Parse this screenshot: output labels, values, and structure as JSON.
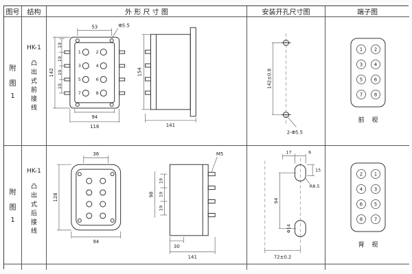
{
  "header": {
    "fig_no": "图号",
    "structure": "结构",
    "outline": "外 形 尺 寸 图",
    "mounting": "安装开孔尺寸图",
    "terminal": "端子图"
  },
  "row1": {
    "fig": {
      "l1": "附",
      "l2": "图",
      "l3": "1"
    },
    "model": "HK-1",
    "struct_chars": [
      "凸",
      "出",
      "式",
      "前",
      "接",
      "线"
    ],
    "outline": {
      "dim_top": "53",
      "dim_hole": "Φ5.5",
      "dim_height": "142",
      "pitch": [
        "19",
        "19",
        "19",
        "19"
      ],
      "dim_width_inner": "94",
      "dim_width_outer": "116",
      "dim_side_height": "154",
      "dim_side_depth": "141",
      "terminals": [
        "1",
        "2",
        "3",
        "4",
        "5",
        "6",
        "7",
        "8"
      ]
    },
    "mount": {
      "dim_height": "142±0.8",
      "dim_holes": "2-Φ5.5"
    },
    "terminal": {
      "numbers": [
        "1",
        "2",
        "3",
        "4",
        "5",
        "6",
        "7",
        "8"
      ],
      "view": "前 视"
    }
  },
  "row2": {
    "fig": {
      "l1": "附",
      "l2": "图",
      "l3": "1"
    },
    "model": "HK-1",
    "struct_chars": [
      "凸",
      "出",
      "式",
      "后",
      "接",
      "线"
    ],
    "outline": {
      "dim_top": "36",
      "dim_height": "128",
      "dim_width": "94",
      "dim_screw": "M5",
      "dim_side_height": "98",
      "pitch": [
        "19",
        "19",
        "19"
      ],
      "dim_bottom_small": "30",
      "dim_side_depth": "141"
    },
    "mount": {
      "d17": "17",
      "d6": "6",
      "d15": "15",
      "radius": "R8.5",
      "dim_height": "94",
      "dim_hole": "Φ14",
      "dim_width": "72±0.2"
    },
    "terminal": {
      "numbers": [
        "2",
        "1",
        "4",
        "3",
        "6",
        "5",
        "8",
        "7"
      ],
      "view": "背 视"
    }
  }
}
